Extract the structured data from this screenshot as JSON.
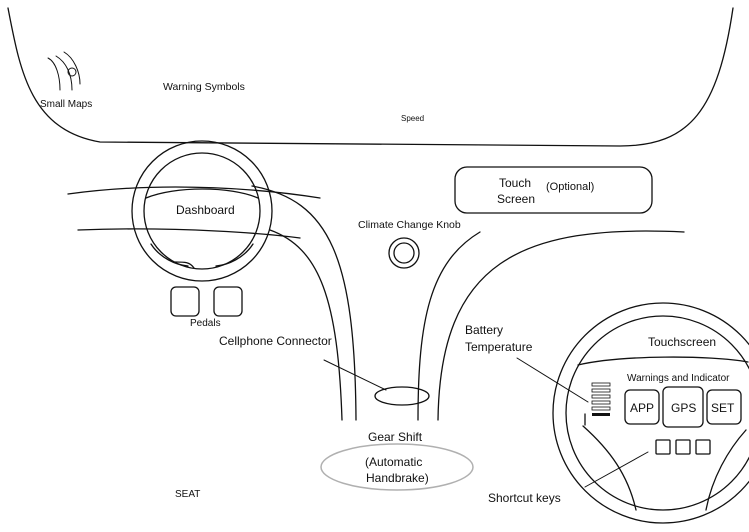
{
  "labels": {
    "small_maps": "Small Maps",
    "warning_symbols": "Warning Symbols",
    "speed": "Speed",
    "touch": "Touch",
    "screen": "Screen",
    "optional": "(Optional)",
    "dashboard": "Dashboard",
    "climate_knob": "Climate Change Knob",
    "pedals": "Pedals",
    "cellphone_connector": "Cellphone Connector",
    "battery": "Battery",
    "temperature": "Temperature",
    "touchscreen": "Touchscreen",
    "warnings_indicator": "Warnings and Indicator",
    "app": "APP",
    "gps": "GPS",
    "set": "SET",
    "gear_shift": "Gear Shift",
    "automatic": "(Automatic",
    "handbrake": "Handbrake)",
    "shortcut_keys": "Shortcut keys",
    "seat": "SEAT"
  },
  "colors": {
    "stroke": "#111111",
    "handbrake_ellipse": "#b0b0b0",
    "background": "#ffffff"
  }
}
